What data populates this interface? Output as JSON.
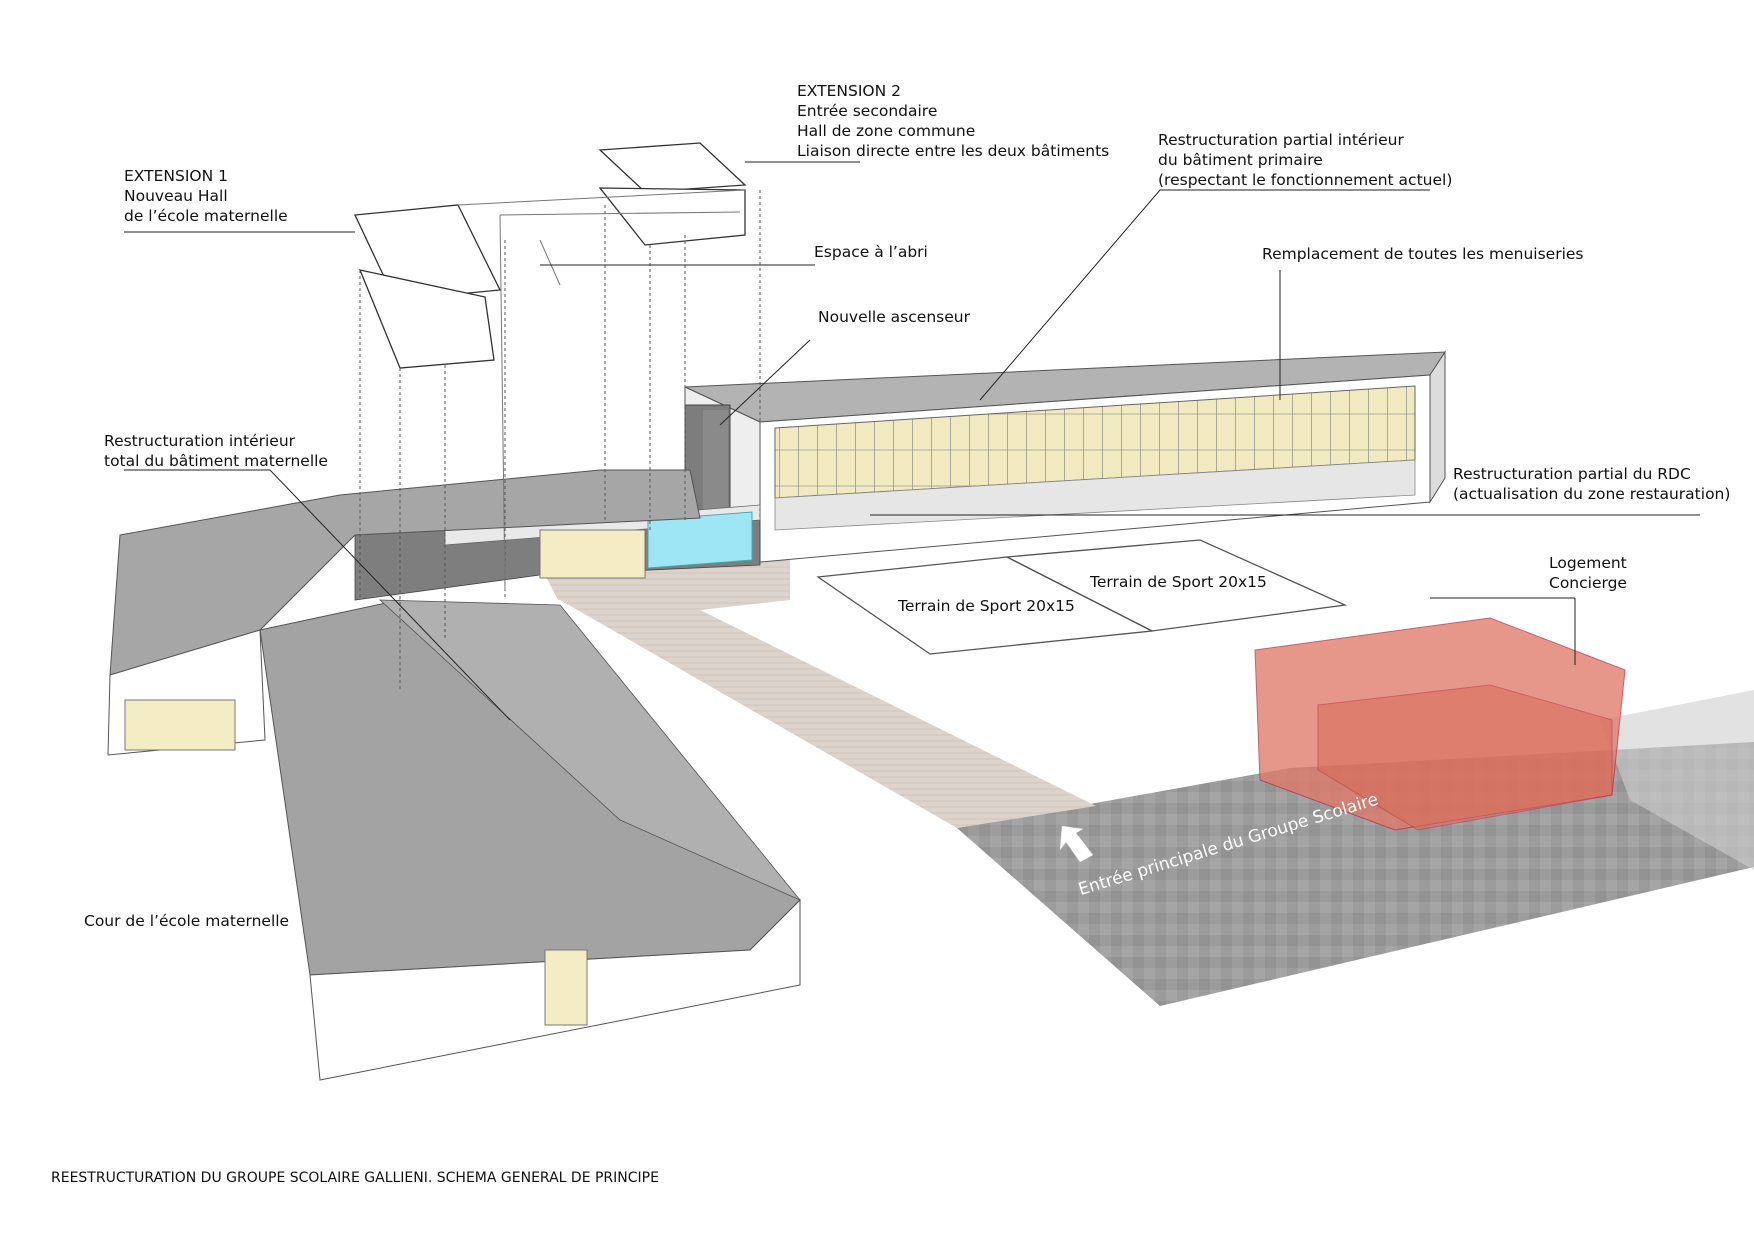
{
  "labels": {
    "extension1": [
      "EXTENSION 1",
      "Nouveau Hall",
      "de l’école maternelle"
    ],
    "extension2": [
      "EXTENSION 2",
      "Entrée secondaire",
      "Hall de zone commune",
      "Liaison directe entre les deux bâtiments"
    ],
    "restructuration_primaire": [
      "Restructuration partial intérieur",
      "du bâtiment primaire",
      "(respectant le fonctionnement actuel)"
    ],
    "espace_abri": "Espace à l’abri",
    "remplacement": "Remplacement de toutes les menuiseries",
    "ascenseur": "Nouvelle ascenseur",
    "restructuration_maternelle": [
      "Restructuration intérieur",
      "total du bâtiment maternelle"
    ],
    "restructuration_rdc": [
      "Restructuration partial du RDC",
      "(actualisation du zone restauration)"
    ],
    "terrain_1": "Terrain de Sport 20x15",
    "terrain_2": "Terrain de Sport 20x15",
    "logement": [
      "Logement",
      "Concierge"
    ],
    "entree": "Entrée principale du Groupe Scolaire",
    "cour": "Cour de l’école maternelle",
    "caption": "REESTRUCTURATION DU GROUPE SCOLAIRE GALLIENI. SCHEMA GENERAL DE PRINCIPE"
  },
  "colors": {
    "roof_grey": "#a6a6a6",
    "roof_dark": "#8e8e8e",
    "wall_white": "#ffffff",
    "glazing": "#f3ecc4",
    "deck": "#d8cfc8",
    "plaza": "#9a9a9a",
    "glass_blue": "#9ee6f5",
    "logement": "#e07a6a"
  }
}
